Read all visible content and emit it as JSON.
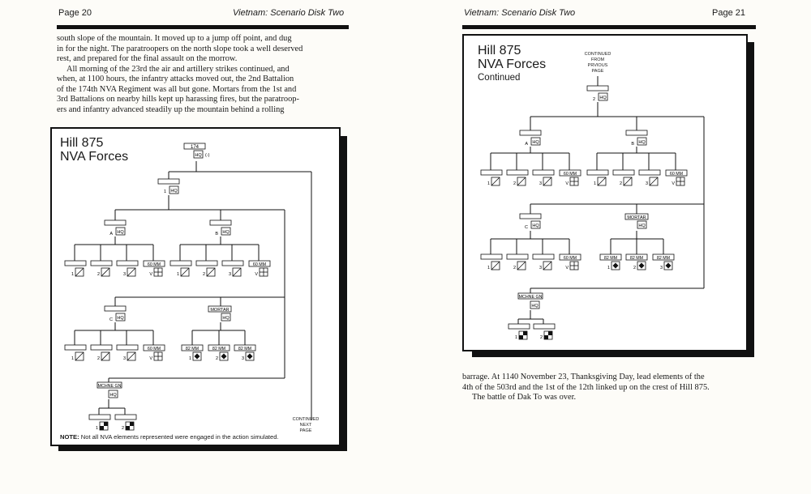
{
  "left_page": {
    "page_label": "Page 20",
    "running_title": "Vietnam: Scenario Disk Two",
    "text_lines": [
      "south slope of the mountain. It moved up to a jump off point, and dug",
      "in for the night. The paratroopers on the north slope took a well deserved",
      "rest, and prepared for the final assault on the morrow.",
      "All morning of the 23rd the air and artillery strikes continued, and",
      "when, at 1100 hours, the infantry attacks moved out, the 2nd Battalion",
      "of the 174th NVA Regiment was all but gone. Mortars from the 1st and",
      "3rd Battalions on nearby hills kept up harassing fires, but the paratroop-",
      "ers and infantry advanced steadily up the mountain behind a rolling"
    ],
    "chart": {
      "title_line1": "Hill 875",
      "title_line2": "NVA Forces",
      "regiment_label": "174",
      "regiment_hq": "HQ",
      "regiment_suffix": "(-)",
      "battalion_number": "1",
      "hq": "HQ",
      "company_a": "A",
      "company_b": "B",
      "company_c": "C",
      "mortar_label": "MORTAR",
      "mg_label": "MCHNE GN",
      "mm60": "60 MM",
      "mm82": "82 MM",
      "v": "V",
      "n1": "1",
      "n2": "2",
      "n3": "3",
      "continued_line1": "CONTINUED",
      "continued_line2": "NEXT",
      "continued_line3": "PAGE",
      "note_bold": "NOTE:",
      "note_text": "Not all NVA elements represented were engaged in the action simulated."
    }
  },
  "right_page": {
    "page_label": "Page 21",
    "running_title": "Vietnam: Scenario Disk Two",
    "chart": {
      "title_line1": "Hill 875",
      "title_line2": "NVA Forces",
      "subtitle": "Continued",
      "from_line1": "CONTINUED",
      "from_line2": "FROM",
      "from_line3": "PRVIOUS",
      "from_line4": "PAGE",
      "battalion_number": "2",
      "hq": "HQ",
      "company_a": "A",
      "company_b": "B",
      "company_c": "C",
      "mortar_label": "MORTAR",
      "mg_label": "MCHNE GN",
      "mm60": "60 MM",
      "mm82": "82 MM",
      "v": "V",
      "n1": "1",
      "n2": "2",
      "n3": "3"
    },
    "text_lines": [
      "barrage. At 1140 November 23, Thanksgiving Day, lead elements of the",
      "4th of the 503rd and the 1st of the 12th linked up on the crest of Hill 875.",
      "The battle of Dak To was over."
    ]
  }
}
